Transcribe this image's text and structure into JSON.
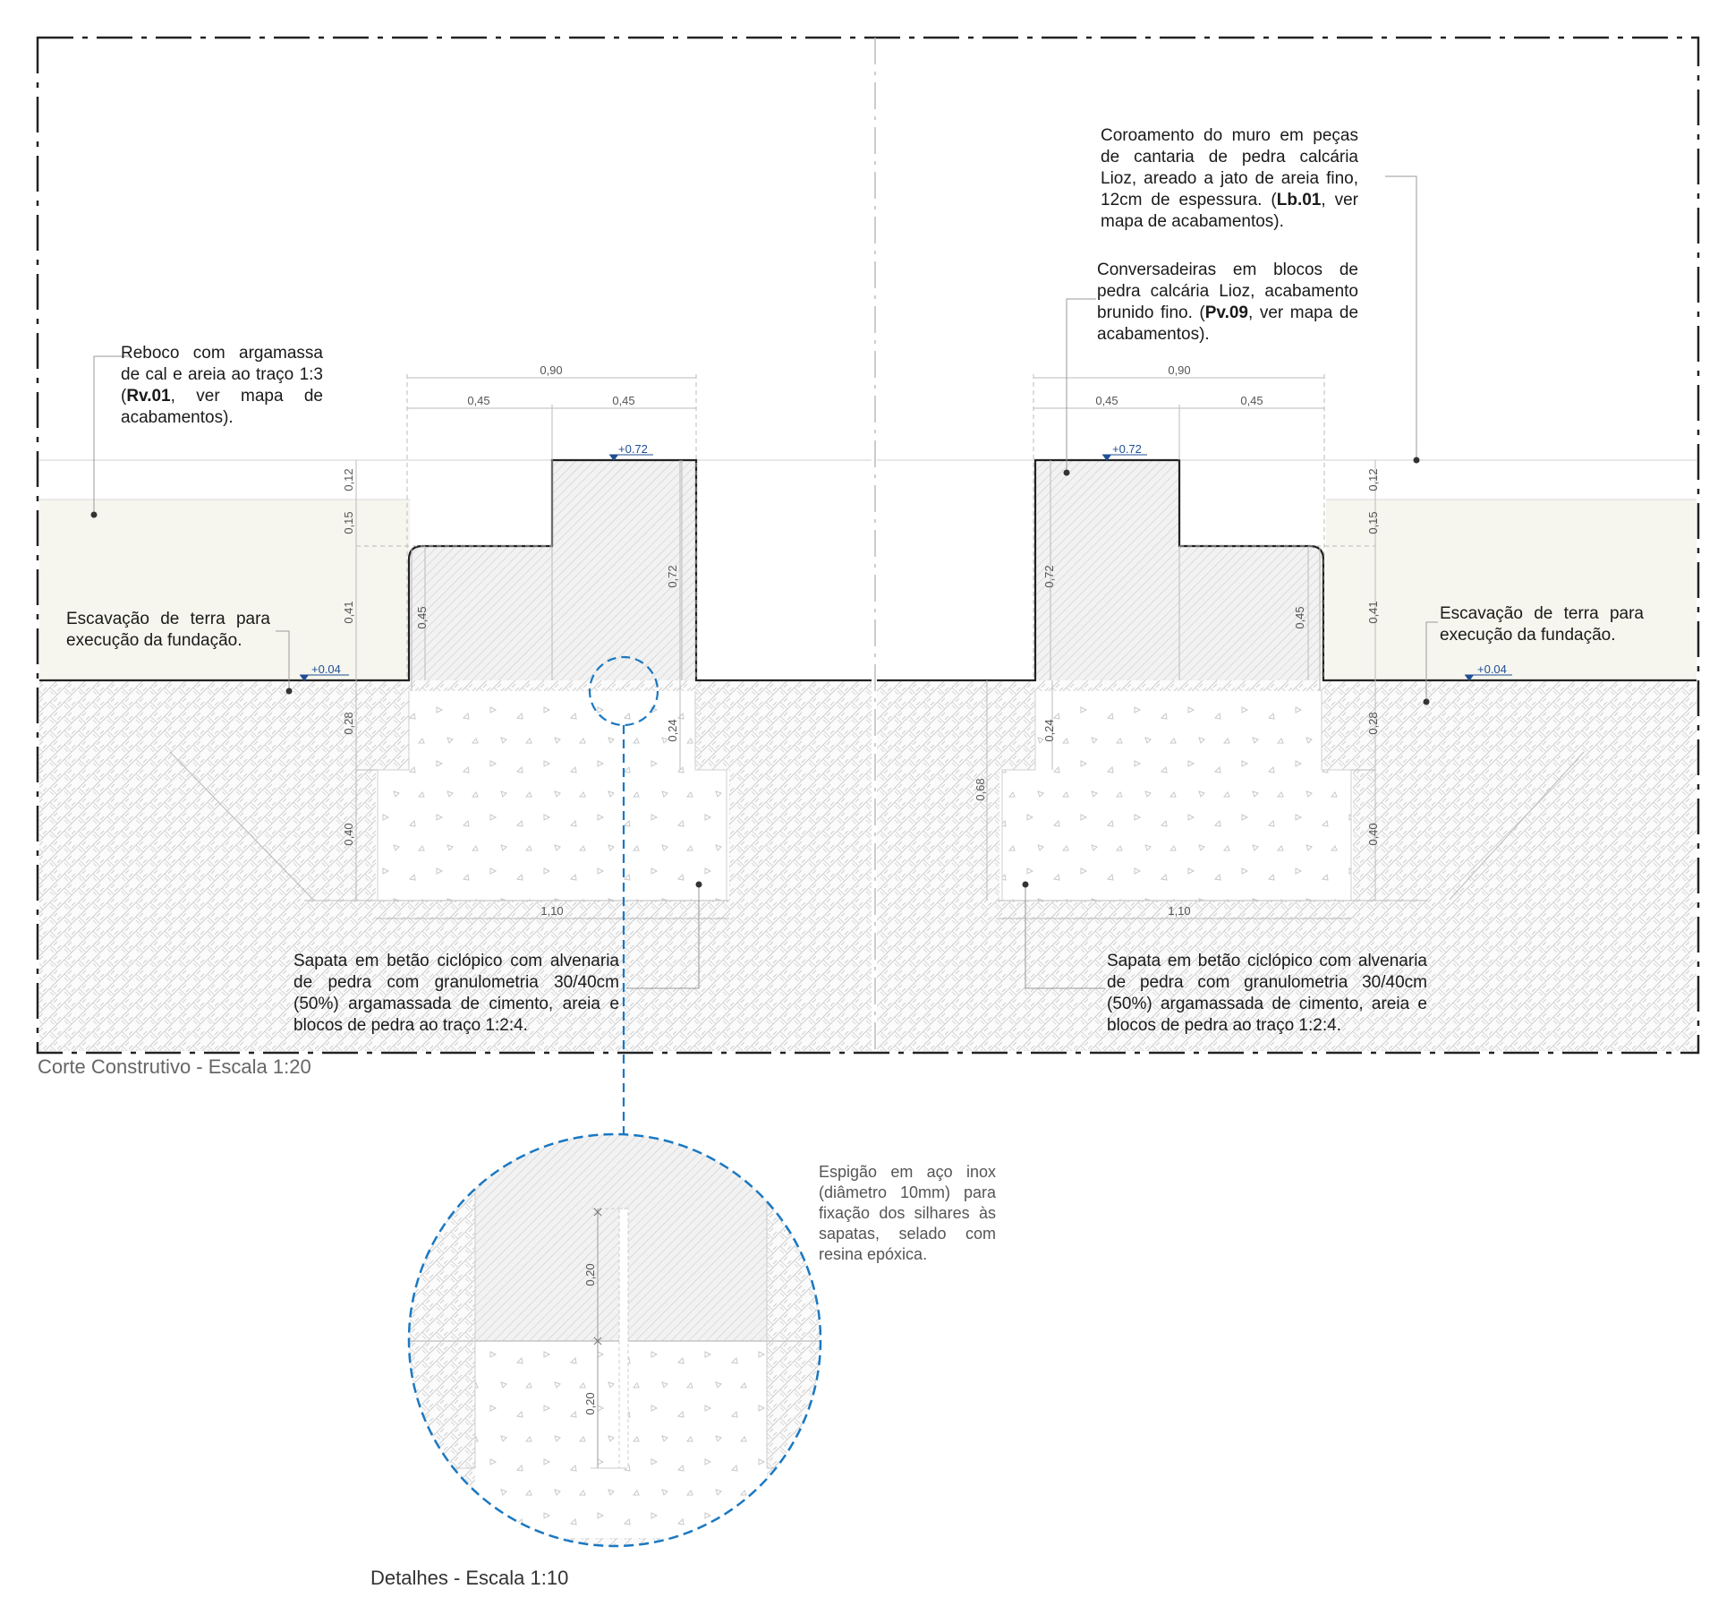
{
  "section": {
    "caption": "Corte Construtivo - Escala 1:20"
  },
  "detail": {
    "caption": "Detalhes - Escala 1:10",
    "note": "Espigão em aço inox (diâmetro 10mm) para fixação dos silhares às sapatas, selado com resina epóxica.",
    "dims": [
      "0,20",
      "0,20"
    ]
  },
  "notes": {
    "reboco": {
      "pre": "Reboco com argamassa de cal e areia ao traço 1:3 (",
      "code": "Rv.01",
      "post": ", ver mapa de acabamentos)."
    },
    "coroamento": {
      "pre": "Coroamento do muro em peças de cantaria de pedra calcária Lioz, areado a jato de areia fino, 12cm de espessura. (",
      "code": "Lb.01",
      "post": ", ver mapa de acabamentos)."
    },
    "conversadeiras": {
      "pre": "Conversadeiras em blocos de pedra calcária Lioz, acabamento brunido fino. (",
      "code": "Pv.09",
      "post": ", ver mapa de acabamentos)."
    },
    "escavacao_left": "Escavação de terra para execução da fundação.",
    "escavacao_right": "Escavação de terra para execução da fundação.",
    "sapata_left": "Sapata em betão ciclópico com alvenaria de pedra com granulometria 30/40cm (50%) argamassada de cimento, areia e blocos de pedra ao traço 1:2:4.",
    "sapata_right": "Sapata em betão ciclópico com alvenaria de pedra com granulometria 30/40cm (50%) argamassada de cimento, areia e blocos de pedra ao traço 1:2:4."
  },
  "dimensions": {
    "left": {
      "top_total": "0,90",
      "top_a": "0,45",
      "top_b": "0,45",
      "v_012": "0,12",
      "v_015": "0,15",
      "v_041": "0,41",
      "v_045": "0,45",
      "v_072": "0,72",
      "v_028": "0,28",
      "v_040": "0,40",
      "v_024": "0,24",
      "bottom": "1,10"
    },
    "right": {
      "top_total": "0,90",
      "top_a": "0,45",
      "top_b": "0,45",
      "v_012": "0,12",
      "v_015": "0,15",
      "v_041": "0,41",
      "v_045": "0,45",
      "v_072": "0,72",
      "v_028": "0,28",
      "v_040": "0,40",
      "v_024": "0,24",
      "v_068": "0,68",
      "bottom": "1,10"
    }
  },
  "levels": {
    "top": "+0.72",
    "ground": "+0.04"
  },
  "colors": {
    "accent": "#1a78c2",
    "level": "#1f4e96",
    "wall_fill": "#f6f6ee",
    "line": "#222222"
  }
}
